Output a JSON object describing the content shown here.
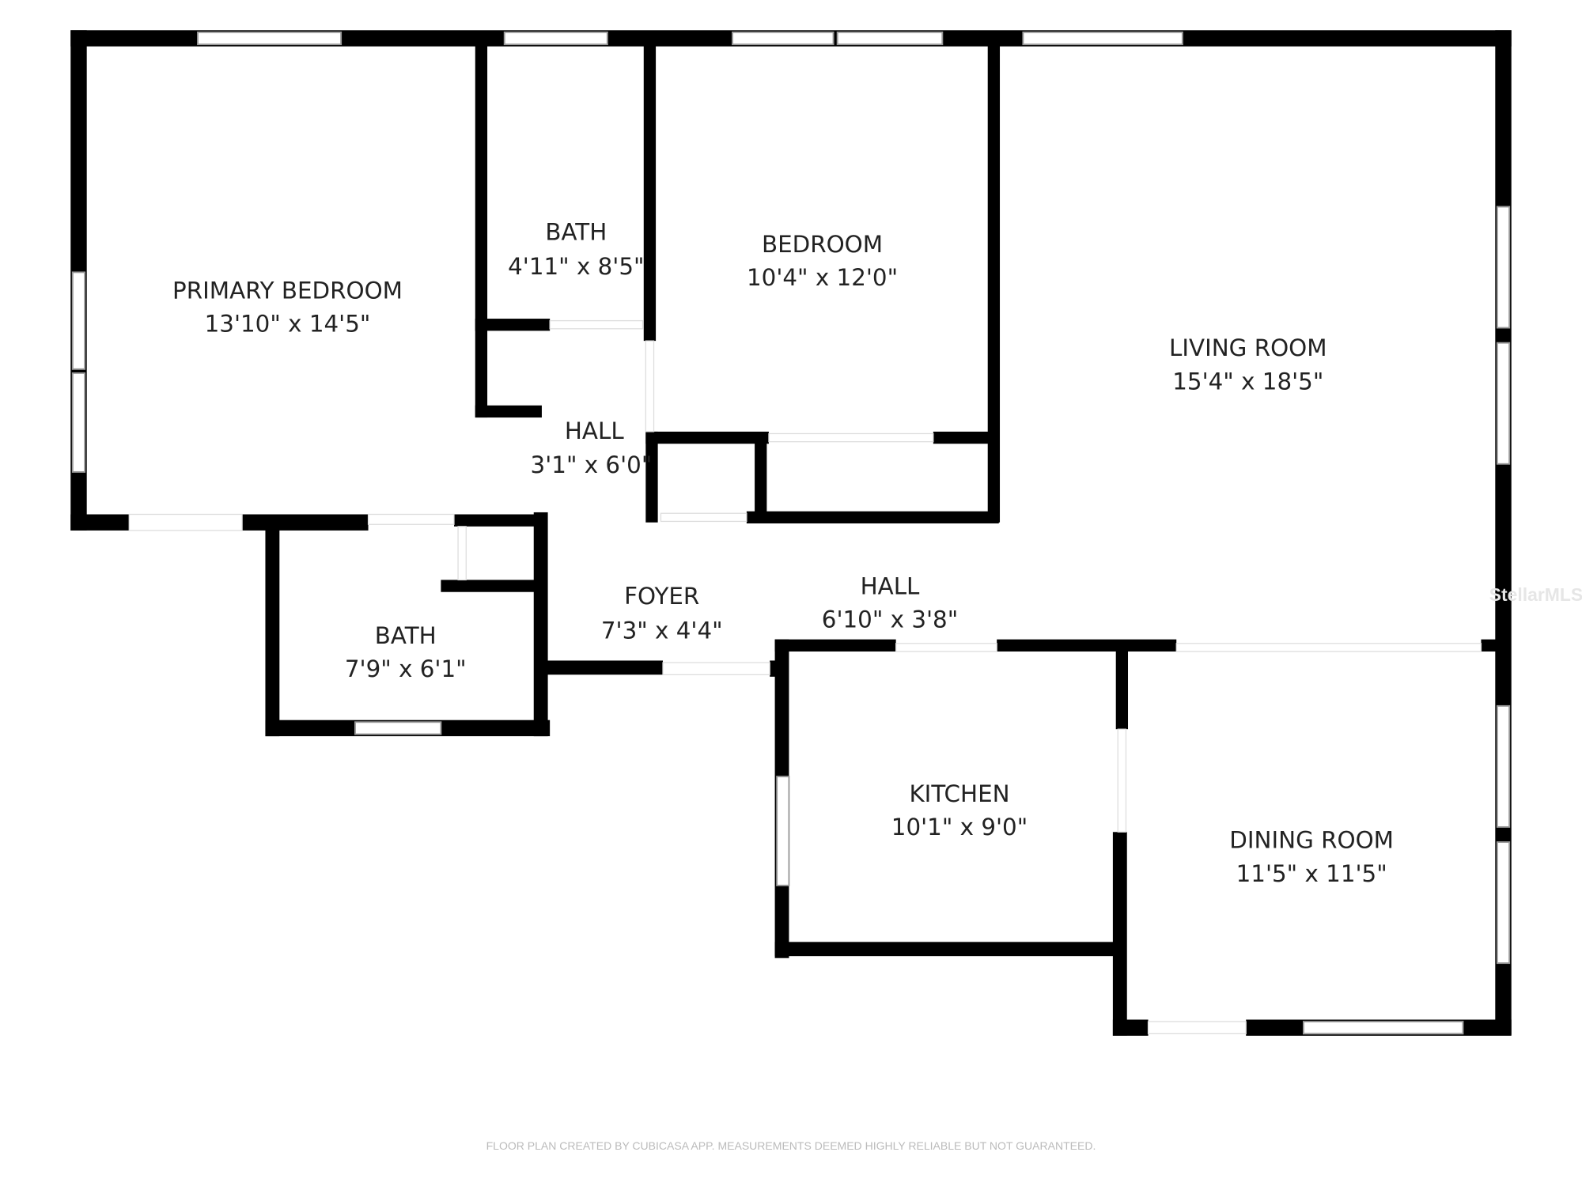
{
  "rooms": [
    {
      "name": "PRIMARY BEDROOM",
      "size": "13'10\" x 14'5\""
    },
    {
      "name": "BATH",
      "size": "4'11\" x 8'5\""
    },
    {
      "name": "BEDROOM",
      "size": "10'4\" x 12'0\""
    },
    {
      "name": "LIVING ROOM",
      "size": "15'4\" x 18'5\""
    },
    {
      "name": "HALL",
      "size": "3'1\" x 6'0\""
    },
    {
      "name": "FOYER",
      "size": "7'3\" x 4'4\""
    },
    {
      "name": "HALL",
      "size": "6'10\" x 3'8\""
    },
    {
      "name": "BATH",
      "size": "7'9\" x 6'1\""
    },
    {
      "name": "KITCHEN",
      "size": "10'1\" x 9'0\""
    },
    {
      "name": "DINING ROOM",
      "size": "11'5\" x 11'5\""
    }
  ],
  "footer": "FLOOR PLAN CREATED BY CUBICASA APP. MEASUREMENTS DEEMED HIGHLY RELIABLE BUT NOT GUARANTEED.",
  "watermark": "StellarMLS",
  "colors": {
    "wall": "#000000",
    "window_stroke": "#999999",
    "text": "#222222"
  }
}
